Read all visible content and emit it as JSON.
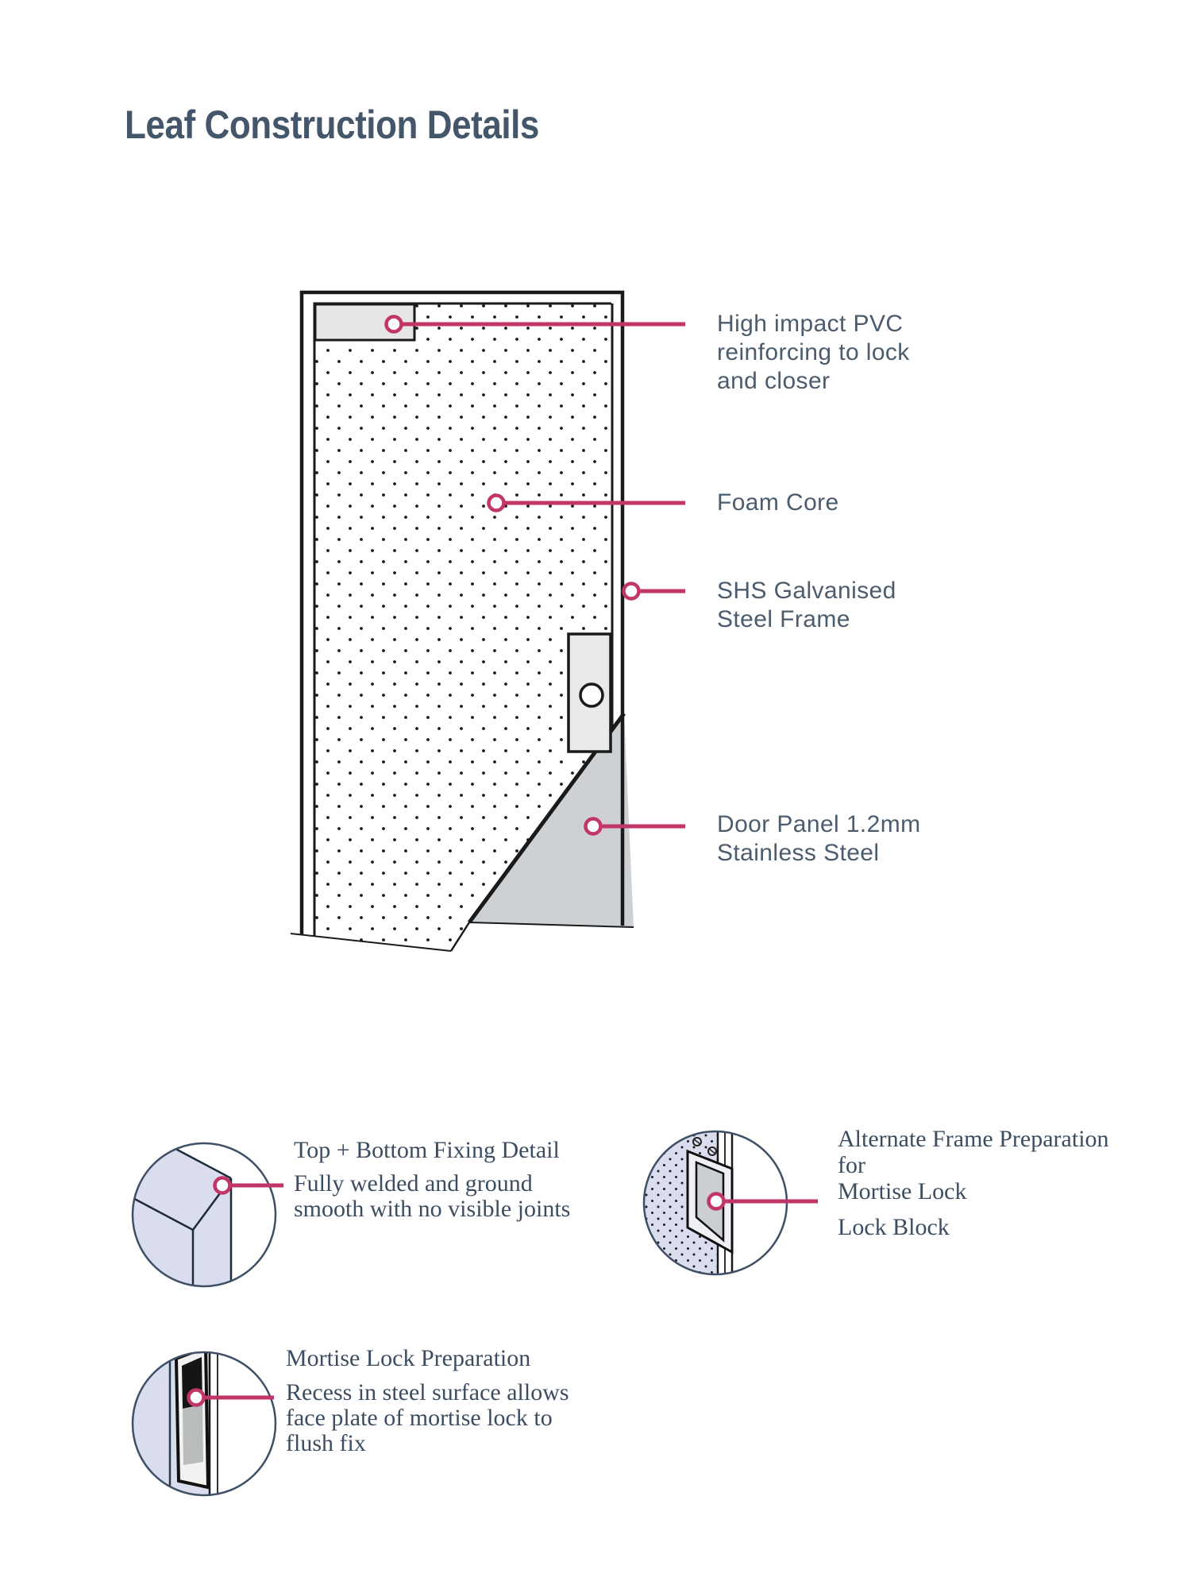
{
  "page": {
    "title": "Leaf Construction Details"
  },
  "colors": {
    "title_navy": "#44566a",
    "label_slate": "#4b5c6e",
    "serif_navy": "#3c4d62",
    "accent_pink": "#c23568",
    "line_black": "#1a1a1a",
    "lavender": "#dadded",
    "flap_gray": "#ced1d4",
    "ring_navy": "#3f5066"
  },
  "door_labels": {
    "pvc": {
      "lines": [
        "High impact PVC",
        "reinforcing to lock",
        "and closer"
      ]
    },
    "foam": {
      "lines": [
        "Foam Core"
      ]
    },
    "shs": {
      "lines": [
        "SHS Galvanised",
        "Steel Frame"
      ]
    },
    "panel": {
      "lines": [
        "Door Panel 1.2mm",
        "Stainless Steel"
      ]
    }
  },
  "details": {
    "fixing": {
      "title": "Top + Bottom Fixing Detail",
      "body_lines": [
        "Fully welded and ground",
        "smooth with no visible joints"
      ]
    },
    "alternate": {
      "title_lines": [
        "Alternate Frame Preparation",
        "for",
        "Mortise Lock"
      ],
      "body_lines": [
        "Lock Block"
      ]
    },
    "mortise": {
      "title": "Mortise Lock Preparation",
      "body_lines": [
        "Recess in steel surface allows",
        "face plate of mortise lock to",
        "flush fix"
      ]
    }
  }
}
